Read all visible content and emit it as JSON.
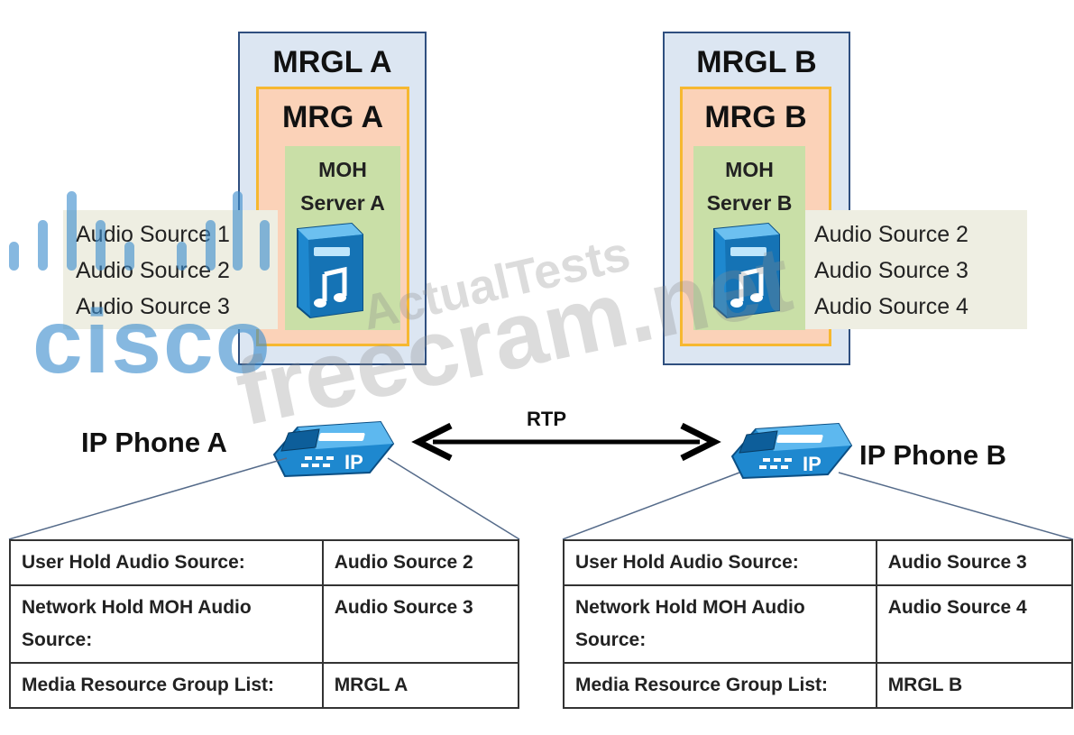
{
  "left": {
    "mrgl_title": "MRGL A",
    "mrg_title": "MRG A",
    "moh_line1": "MOH",
    "moh_line2": "Server  A",
    "sources": [
      "Audio Source 1",
      "Audio Source 2",
      "Audio Source 3"
    ],
    "phone_label": "IP Phone A",
    "table": [
      {
        "label": "User Hold Audio Source:",
        "value": "Audio Source 2"
      },
      {
        "label": "Network Hold MOH Audio Source:",
        "value": "Audio Source 3"
      },
      {
        "label": "Media Resource Group List:",
        "value": "MRGL A"
      }
    ]
  },
  "right": {
    "mrgl_title": "MRGL B",
    "mrg_title": "MRG B",
    "moh_line1": "MOH",
    "moh_line2": "Server  B",
    "sources": [
      "Audio Source 2",
      "Audio Source 3",
      "Audio Source 4"
    ],
    "phone_label": "IP Phone B",
    "table": [
      {
        "label": "User Hold Audio Source:",
        "value": "Audio Source 3"
      },
      {
        "label": "Network Hold MOH Audio Source:",
        "value": "Audio Source 4"
      },
      {
        "label": "Media Resource Group List:",
        "value": "MRGL B"
      }
    ]
  },
  "link_label": "RTP",
  "phone_icon_text": "IP",
  "watermarks": {
    "brand": "cisco",
    "site1": "ActualTests",
    "site2": "freecram.net"
  },
  "colors": {
    "mrgl_fill": "#dce6f2",
    "mrgl_border": "#2f4f7f",
    "mrg_fill": "#fbd2b8",
    "mrg_border": "#f6b830",
    "moh_fill": "#c9dfa7",
    "device_blue": "#1e88cf"
  }
}
